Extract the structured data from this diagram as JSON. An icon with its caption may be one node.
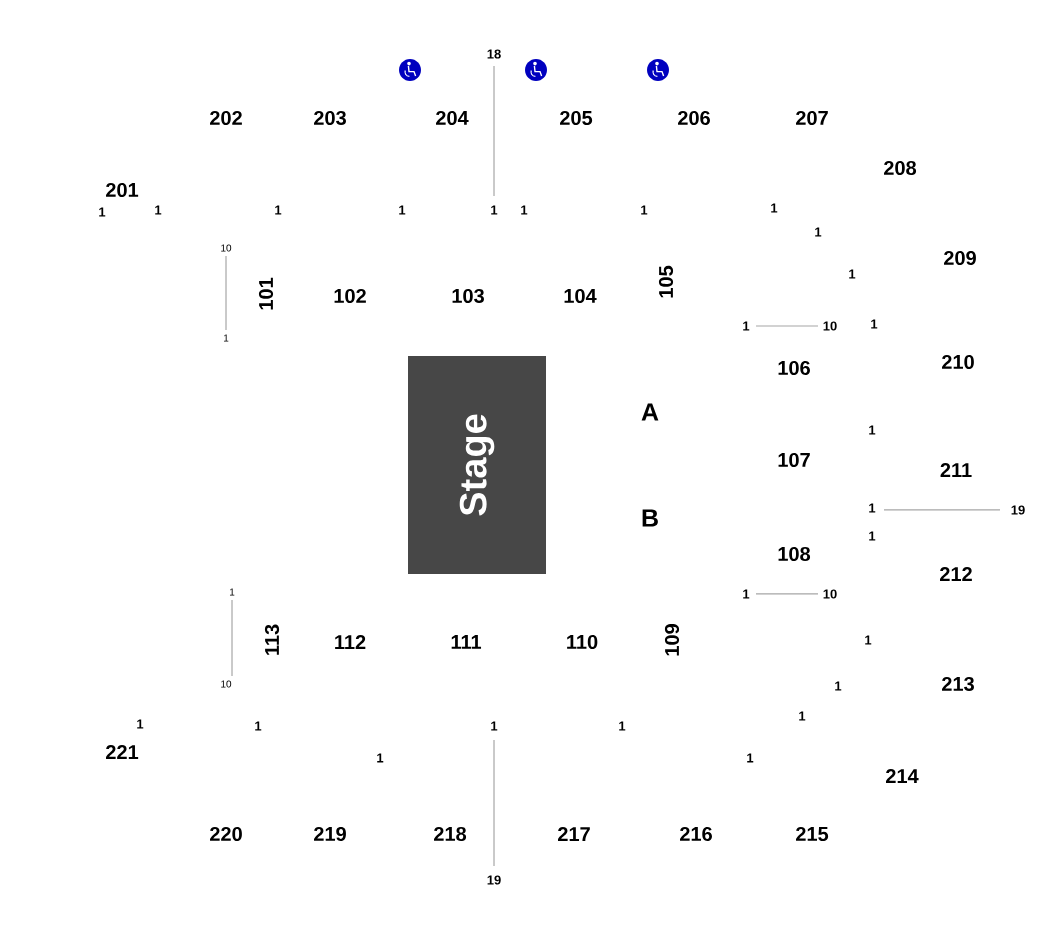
{
  "diagram": {
    "nodes": [
      {
        "text": [
          "Stage"
        ]
      }
    ],
    "edges": [],
    "labels": [
      "18",
      "202",
      "203",
      "204",
      "205",
      "206",
      "207",
      "208",
      "201",
      "1",
      "1",
      "1",
      "1",
      "1",
      "1",
      "1",
      "1",
      "1",
      "10",
      "209",
      "1",
      "101",
      "102",
      "103",
      "104",
      "105",
      "1",
      "1",
      "10",
      "1",
      "210",
      "106",
      "A",
      "1",
      "107",
      "211",
      "B",
      "1",
      "19",
      "1",
      "108",
      "212",
      "1",
      "1",
      "10",
      "113",
      "112",
      "111",
      "110",
      "109",
      "1",
      "10",
      "1",
      "213",
      "1",
      "1",
      "1",
      "1",
      "1",
      "221",
      "1",
      "1",
      "214",
      "220",
      "219",
      "218",
      "217",
      "216",
      "215",
      "19"
    ]
  }
}
